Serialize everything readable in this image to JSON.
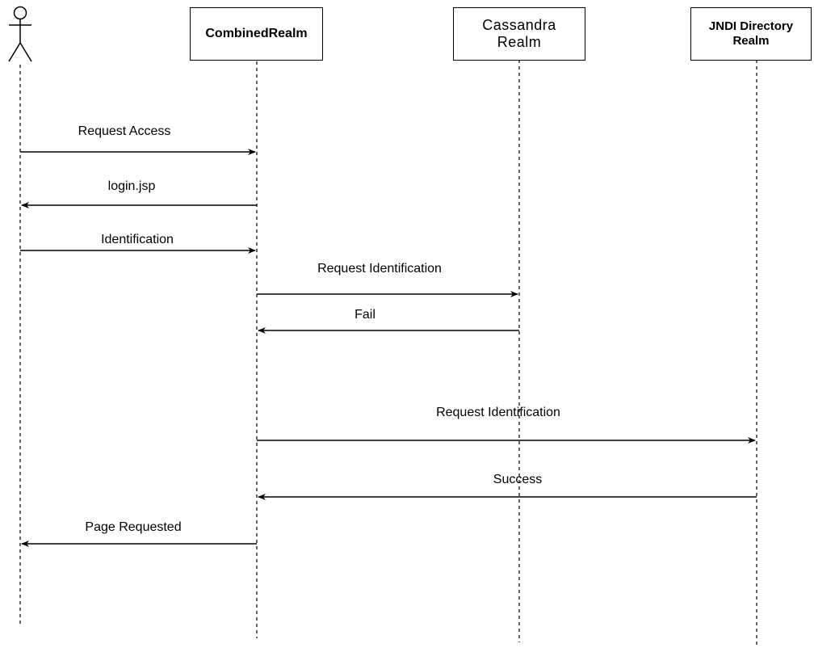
{
  "diagram": {
    "type": "sequence",
    "participants": [
      {
        "id": "user",
        "label": "",
        "kind": "actor"
      },
      {
        "id": "combined",
        "label": "CombinedRealm",
        "kind": "box"
      },
      {
        "id": "cassandra",
        "label": "Cassandra\nRealm",
        "kind": "box"
      },
      {
        "id": "jndi",
        "label": "JNDI Directory\nRealm",
        "kind": "box"
      }
    ],
    "messages": [
      {
        "from": "user",
        "to": "combined",
        "label": "Request Access"
      },
      {
        "from": "combined",
        "to": "user",
        "label": "login.jsp"
      },
      {
        "from": "user",
        "to": "combined",
        "label": "Identification"
      },
      {
        "from": "combined",
        "to": "cassandra",
        "label": "Request Identification"
      },
      {
        "from": "cassandra",
        "to": "combined",
        "label": "Fail"
      },
      {
        "from": "combined",
        "to": "jndi",
        "label": "Request Identification"
      },
      {
        "from": "jndi",
        "to": "combined",
        "label": "Success"
      },
      {
        "from": "combined",
        "to": "user",
        "label": "Page Requested"
      }
    ]
  }
}
